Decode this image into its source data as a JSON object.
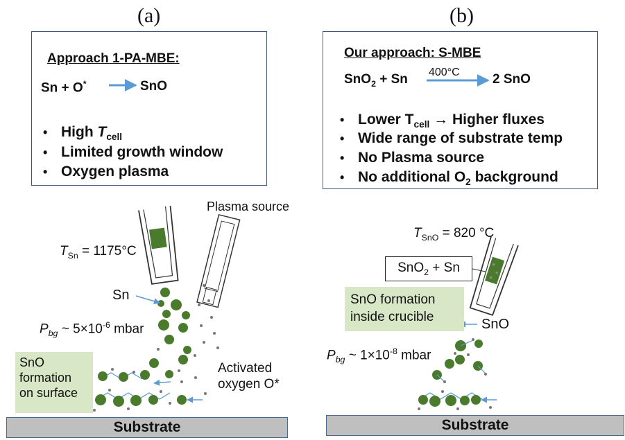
{
  "panel_a": {
    "label": "(a)",
    "box_title": "Approach 1-PA-MBE:",
    "eq_left": "Sn + O",
    "eq_left_sup": "*",
    "eq_right": "SnO",
    "bullets": [
      {
        "pre": "High ",
        "it": "T",
        "sub": "cell",
        "post": ""
      },
      {
        "pre": "Limited growth window",
        "it": "",
        "sub": "",
        "post": ""
      },
      {
        "pre": "Oxygen plasma",
        "it": "",
        "sub": "",
        "post": ""
      }
    ],
    "plasma_label": "Plasma source",
    "temp_it": "T",
    "temp_sub": "Sn",
    "temp_val": " = 1175°C",
    "sn_label": "Sn",
    "pressure_it": "P",
    "pressure_sub": "bg",
    "pressure_val": " ~ 5×10",
    "pressure_exp": "-6",
    "pressure_unit": " mbar",
    "activated_line1": "Activated",
    "activated_line2": "oxygen O*",
    "note_lines": [
      "SnO",
      "formation",
      "on surface"
    ],
    "substrate": "Substrate"
  },
  "panel_b": {
    "label": "(b)",
    "box_title": "Our approach: S-MBE",
    "eq_left": "SnO",
    "eq_left_sub": "2",
    "eq_mid": " + Sn",
    "eq_over": "400°C",
    "eq_right": "2 SnO",
    "bullets": [
      {
        "a": "Lower T",
        "b": "cell",
        "c": " → Higher fluxes"
      },
      {
        "a": "Wide range of substrate temp",
        "b": "",
        "c": ""
      },
      {
        "a": "No Plasma source",
        "b": "",
        "c": ""
      },
      {
        "a": "No additional O",
        "b": "2",
        "c": " background"
      }
    ],
    "temp_it": "T",
    "temp_sub": "SnO",
    "temp_val": " = 820 °C",
    "box_label_a": "SnO",
    "box_label_sub": "2",
    "box_label_b": " + Sn",
    "note_lines": [
      "SnO formation",
      "inside crucible"
    ],
    "sno_label": "SnO",
    "pressure_it": "P",
    "pressure_sub": "bg",
    "pressure_val": " ~ 1×10",
    "pressure_exp": "-8",
    "pressure_unit": " mbar",
    "substrate": "Substrate"
  },
  "colors": {
    "green": "#4a7a2c",
    "arrow_blue": "#5b9bd5",
    "note_bg": "#d8e8c6",
    "substrate_gray": "#bfbfbf"
  }
}
